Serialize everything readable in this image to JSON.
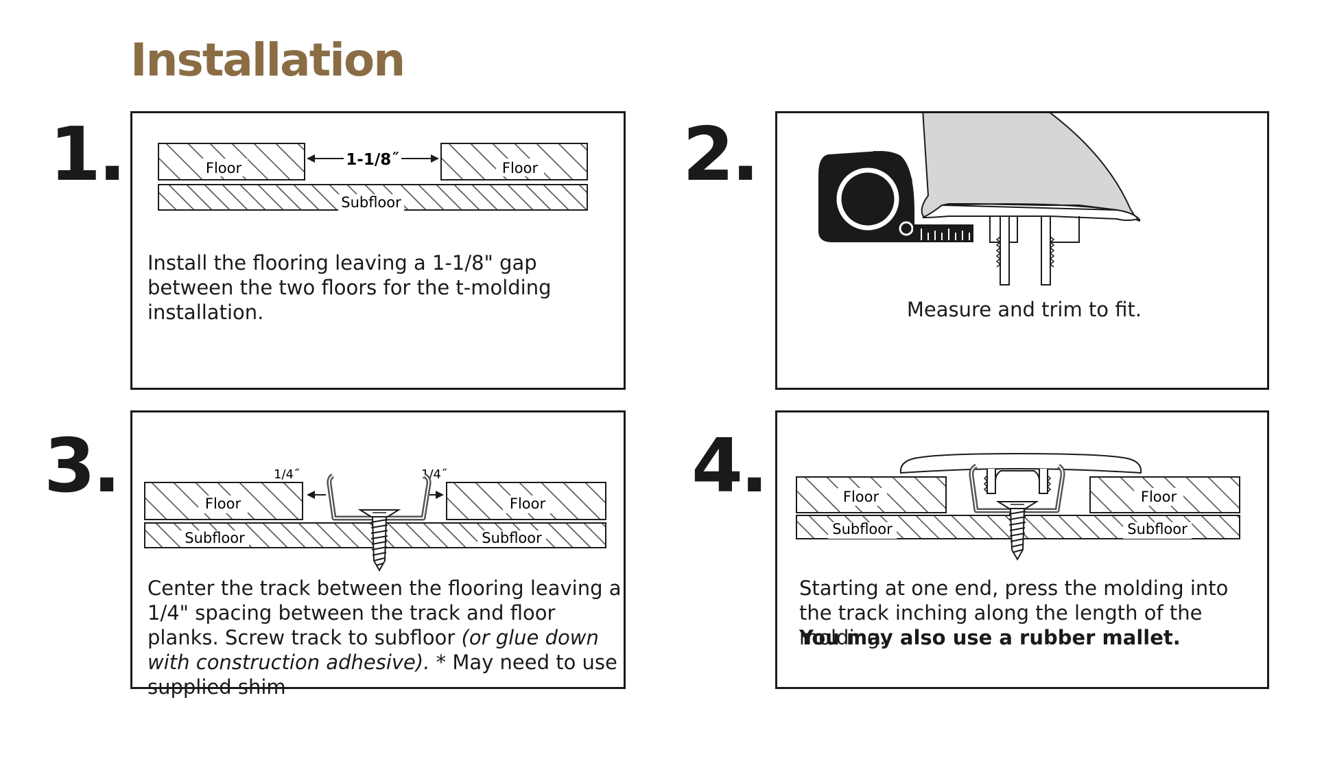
{
  "page": {
    "title": "Installation",
    "title_color": "#8a6d45"
  },
  "steps": [
    {
      "number": "1.",
      "labels": {
        "floor_left": "Floor",
        "floor_right": "Floor",
        "subfloor": "Subfloor",
        "gap": "1-1/8˝"
      },
      "caption": "Install the flooring leaving a 1-1/8\" gap between the two floors for the t-molding installation."
    },
    {
      "number": "2.",
      "caption": "Measure and trim to fit."
    },
    {
      "number": "3.",
      "labels": {
        "floor_left": "Floor",
        "floor_right": "Floor",
        "subfloor_left": "Subfloor",
        "subfloor_right": "Subfloor",
        "spacing_left": "1/4˝",
        "spacing_right": "1/4˝"
      },
      "caption_main": "Center the track between the flooring leaving a 1/4\" spacing between the track and floor planks. Screw track to subfloor ",
      "caption_italic": "(or glue down with construction adhesive).",
      "caption_end": " * May need to use supplied shim"
    },
    {
      "number": "4.",
      "labels": {
        "floor_left": "Floor",
        "floor_right": "Floor",
        "subfloor_left": "Subfloor",
        "subfloor_right": "Subfloor"
      },
      "caption": "Starting at one end, press the molding into the track inching along the length of the molding.",
      "caption_bold": "You may also use a rubber mallet."
    }
  ],
  "colors": {
    "ink": "#1a1a1a",
    "molding_fill": "#d6d6d6",
    "track": "#555555"
  }
}
